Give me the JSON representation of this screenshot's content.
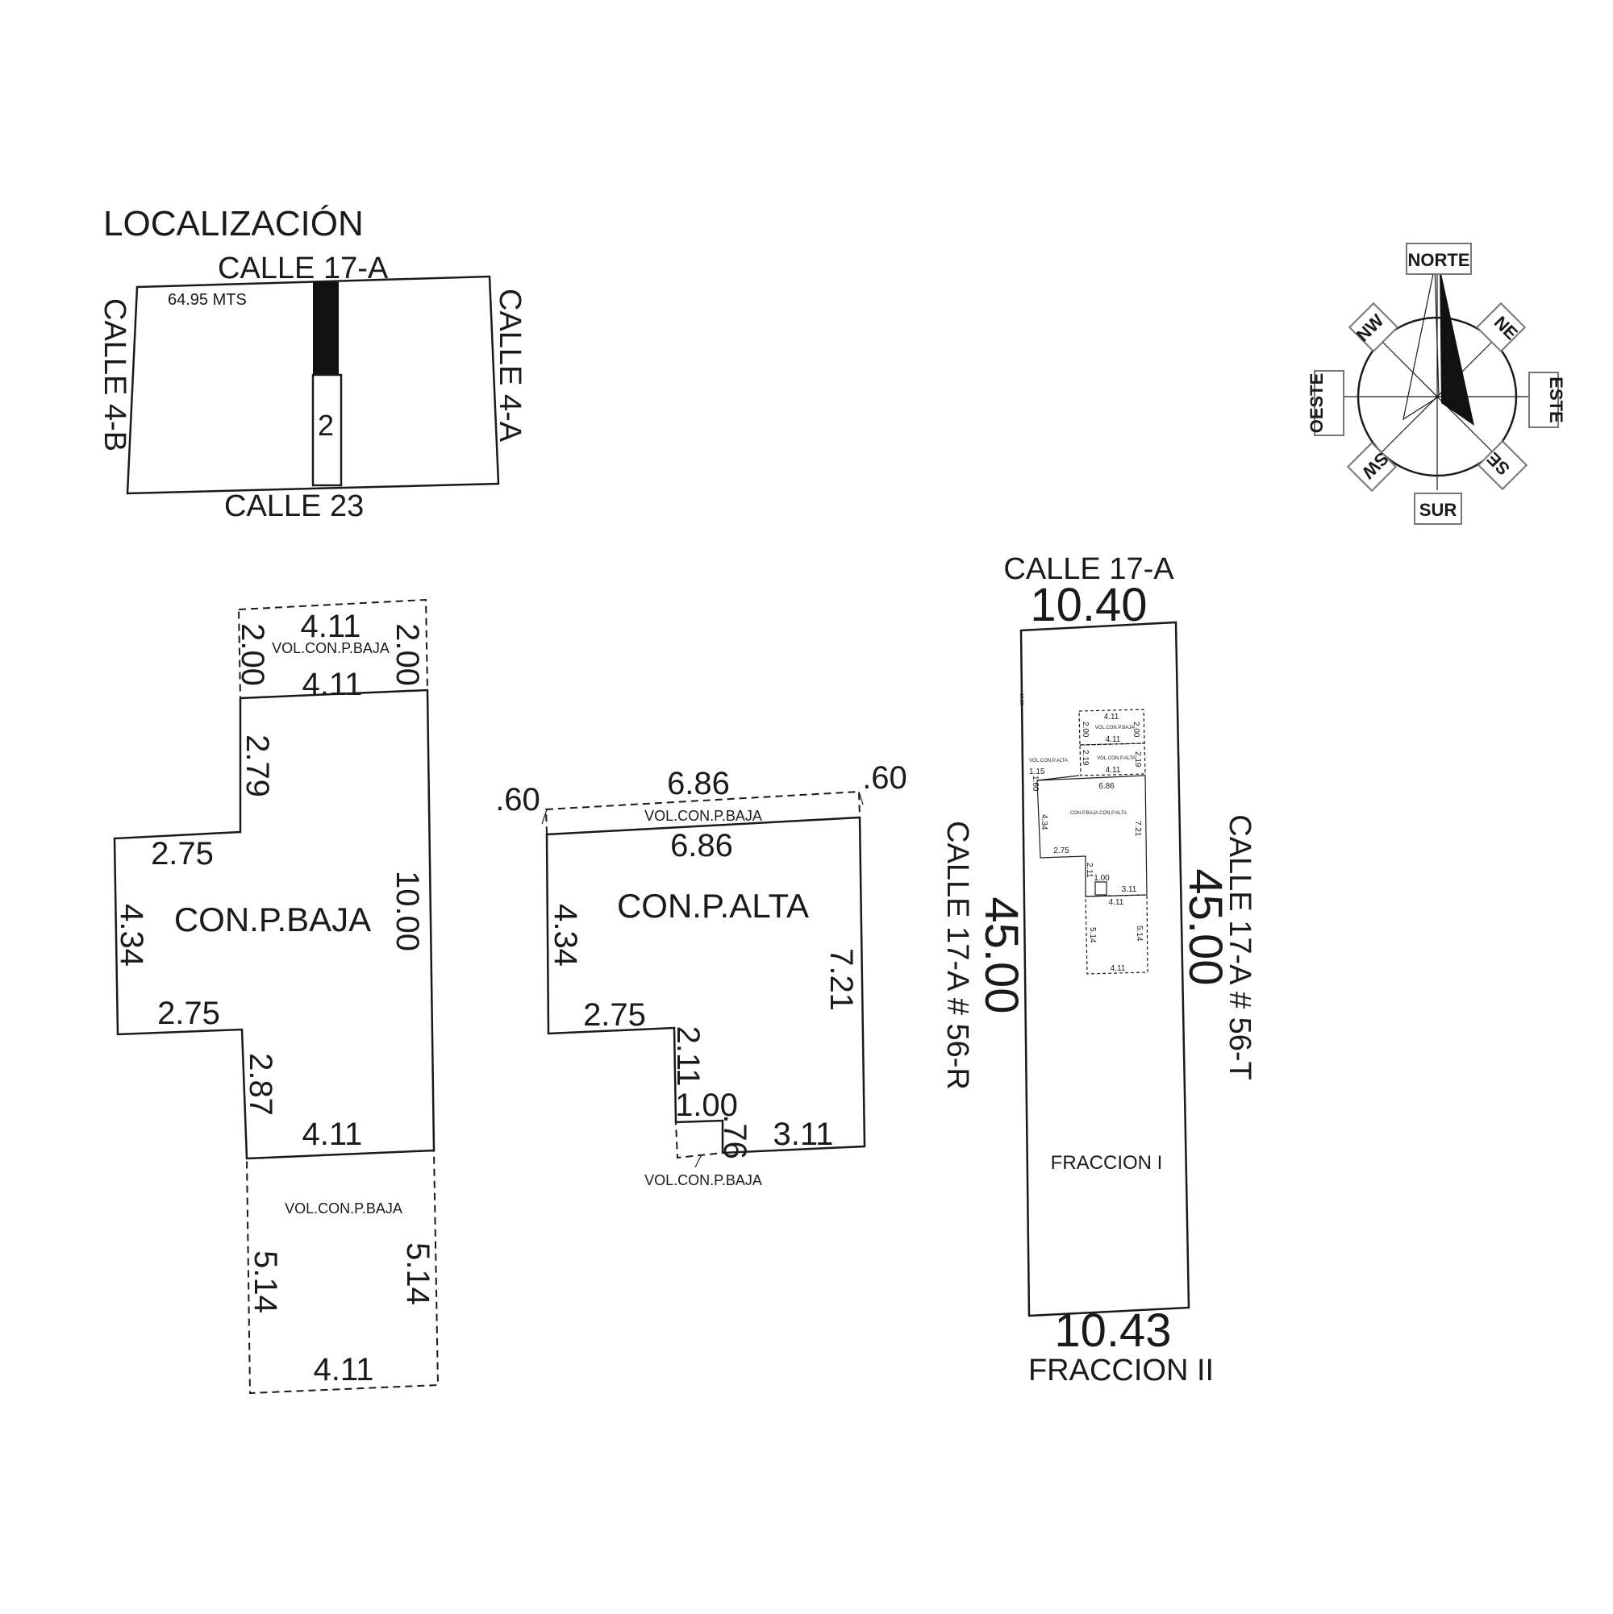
{
  "location": {
    "title": "LOCALIZACIÓN",
    "street_top": "CALLE 17-A",
    "street_bottom": "CALLE 23",
    "street_left": "CALLE 4-B",
    "street_right": "CALLE 4-A",
    "distance_label": "64.95 MTS",
    "lot_number": "2"
  },
  "compass": {
    "north": "NORTE",
    "south": "SUR",
    "east": "ESTE",
    "west": "OESTE",
    "ne": "NE",
    "nw": "NW",
    "se": "SE",
    "sw": "SW"
  },
  "ground_floor": {
    "title": "CON.P.BAJA",
    "top_vol_label": "VOL.CON.P.BAJA",
    "bottom_vol_label": "VOL.CON.P.BAJA",
    "dims": {
      "top_vol_top": "4.11",
      "top_vol_left": "2.00",
      "top_vol_right": "2.00",
      "top_vol_bottom": "4.11",
      "upper_left": "2.79",
      "notch_top": "2.75",
      "left": "4.34",
      "notch_bottom": "2.75",
      "lower_left": "2.87",
      "right": "10.00",
      "bottom": "4.11",
      "bottom_vol_left": "5.14",
      "bottom_vol_right": "5.14",
      "bottom_vol_bottom": "4.11"
    }
  },
  "upper_floor": {
    "title": "CON.P.ALTA",
    "top_vol_label": "VOL.CON.P.BAJA",
    "bottom_vol_label": "VOL.CON.P.BAJA",
    "dims": {
      "left_offset": ".60",
      "right_offset": ".60",
      "top_outer": "6.86",
      "top_inner": "6.86",
      "left": "4.34",
      "right": "7.21",
      "notch": "2.75",
      "step_down": "2.11",
      "small_width": "1.00",
      "small_height": ".76",
      "bottom": "3.11"
    }
  },
  "site_plan": {
    "street_top": "CALLE 17-A",
    "width_top": "10.40",
    "width_bottom": "10.43",
    "length_left": "45.00",
    "length_right": "45.00",
    "address_left": "CALLE 17-A # 56-R",
    "address_right": "CALLE 17-A # 56-T",
    "fraction_main": "FRACCION I",
    "fraction_bottom": "FRACCION II",
    "mini_labels": {
      "setback": "10.30",
      "a": "4.11",
      "b": "2.00",
      "c": "2.00",
      "d": "4.11",
      "e": "2.19",
      "f": "2.19",
      "g": "1.15",
      "h": "1.60",
      "i": "6.86",
      "j": "4.11",
      "k": "4.34",
      "l": "7.21",
      "m": "2.75",
      "n": "2.11",
      "o": "1.00",
      "p": "3.11",
      "q": "4.11",
      "r": "5.14",
      "s": "5.14",
      "t": "4.11",
      "vol1": "VOL.CON.P.BAJA",
      "vol2": "VOL.CON.P.ALTA",
      "vol3": "VOL.CON.P.ALTA",
      "core": "CON.P.BAJA CON.P.ALTA"
    }
  }
}
